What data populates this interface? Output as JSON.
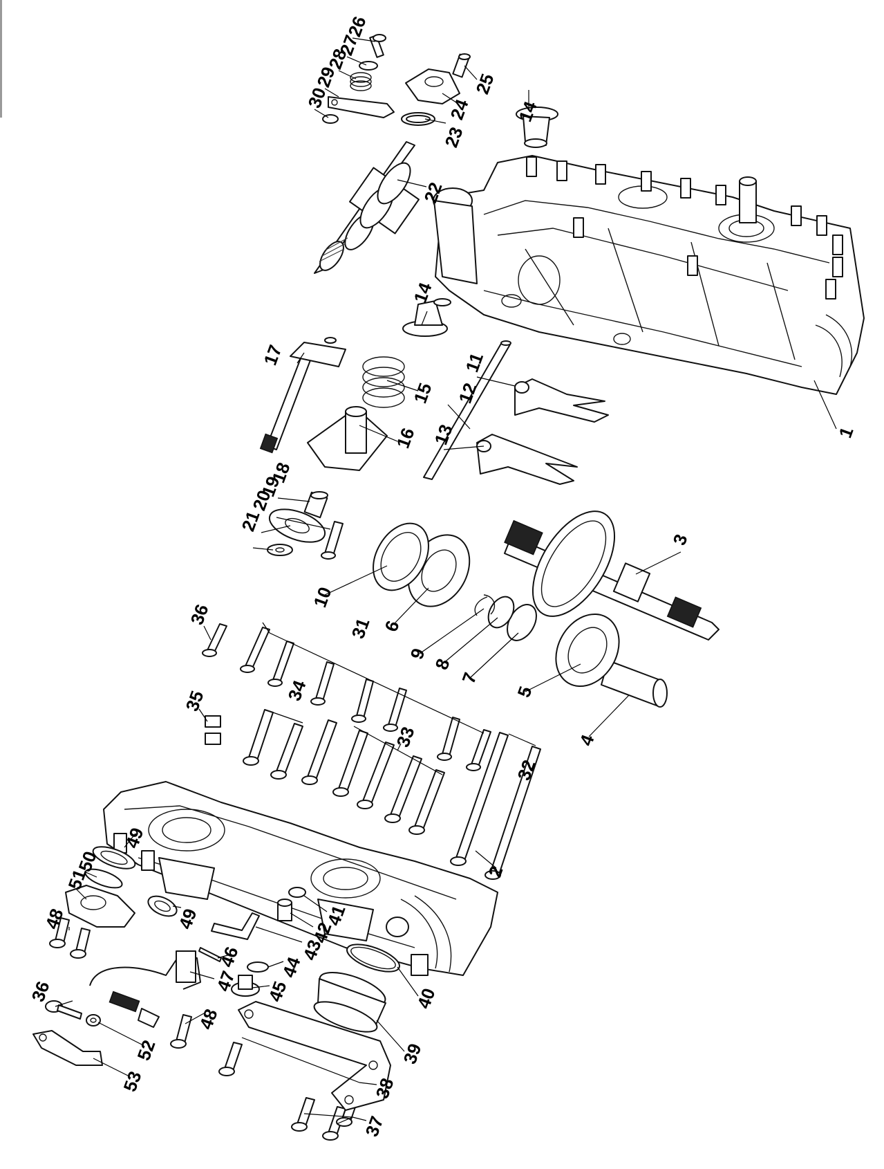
{
  "diagram": {
    "type": "exploded-parts-view",
    "colors": {
      "line": "#111111",
      "background": "#ffffff"
    },
    "callouts": [
      "1",
      "2",
      "3",
      "4",
      "5",
      "6",
      "7",
      "8",
      "9",
      "10",
      "11",
      "12",
      "13",
      "14",
      "14",
      "15",
      "16",
      "17",
      "18",
      "19",
      "20",
      "21",
      "22",
      "23",
      "24",
      "25",
      "26",
      "27",
      "28",
      "29",
      "30",
      "31",
      "32",
      "33",
      "34",
      "35",
      "36",
      "36",
      "37",
      "38",
      "39",
      "40",
      "41",
      "42",
      "43",
      "44",
      "45",
      "46",
      "47",
      "48",
      "48",
      "49",
      "49",
      "50",
      "51",
      "52",
      "53"
    ]
  }
}
